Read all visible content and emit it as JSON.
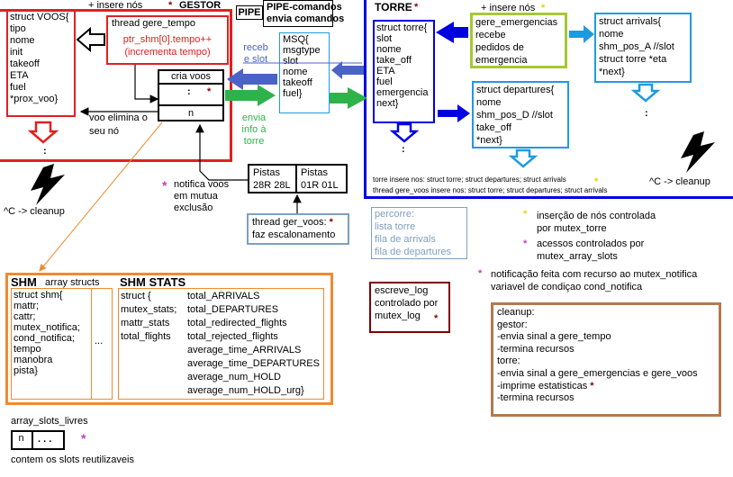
{
  "gestor": {
    "insere_nos": "+ insere nós",
    "gestor_label": "GESTOR",
    "star": "*",
    "voos_struct": [
      "struct VOOS{",
      "tipo",
      "nome",
      "init",
      "takeoff",
      "ETA",
      "fuel",
      "*prox_voo}"
    ],
    "thread_title": "thread gere_tempo",
    "thread_body": [
      "ptr_shm[0].tempo++",
      "(incrementa tempo)"
    ],
    "pipe_label": "PIPE",
    "pipe_desc": [
      "PIPE-comandos",
      "envia comandos"
    ],
    "cria_voos": "cria voos",
    "dots": ":",
    "n_label": "n",
    "voo_elimina": [
      "voo elimina o",
      "seu nó"
    ],
    "vdots": ":",
    "cleanup": "^C -> cleanup"
  },
  "msq": {
    "receb": [
      "receb",
      "e slot"
    ],
    "box": [
      "MSQ{",
      "msgtype",
      "slot",
      "nome",
      "takeoff",
      "fuel}"
    ],
    "envia": [
      "envia",
      "info à",
      "torre"
    ]
  },
  "pistas": {
    "notifica": [
      "notifica voos",
      "em mutua",
      "exclusão"
    ],
    "left_title": "Pistas",
    "left_values": "28R  28L",
    "right_title": "Pistas",
    "right_values": "01R  01L",
    "thread_voos": [
      "thread ger_voos:",
      "faz escalonamento"
    ],
    "percorre": [
      "percorre:",
      "lista torre",
      "fila de arrivals",
      "fila de departures"
    ]
  },
  "torre": {
    "title": "TORRE",
    "insere_nos": "+ insere nós",
    "struct_torre": [
      "struct torre{",
      "slot",
      "nome",
      "take_off",
      "ETA",
      "fuel",
      "emergencia",
      "next}"
    ],
    "emergencias": [
      "gere_emergencias",
      "recebe",
      "pedidos de",
      "emergencia"
    ],
    "arrivals": [
      "struct arrivals{",
      "nome",
      "shm_pos_A //slot",
      "struct torre *eta",
      "*next}"
    ],
    "departures": [
      "struct departures{",
      "nome",
      "shm_pos_D //slot",
      "take_off",
      "*next}"
    ],
    "note1": "torre insere nos: struct torre; struct departures; struct arrivals",
    "note2": "thread gere_voos insere nos: struct torre; struct departures; struct arrivals",
    "cleanup": "^C -> cleanup",
    "vdots": ":"
  },
  "legend": {
    "yellow": [
      "inserção de nós controlada",
      "por mutex_torre"
    ],
    "purple": [
      "acessos controlados por",
      "mutex_array_slots"
    ],
    "notif": [
      "notificação feita com recurso ao mutex_notifica",
      "variavel de condiçao cond_notifica"
    ]
  },
  "shm": {
    "title": "SHM",
    "subtitle": "array structs",
    "struct": [
      "struct shm{",
      "mattr;",
      "cattr;",
      "mutex_notifica;",
      "cond_notifica;",
      "tempo",
      "manobra",
      "pista}"
    ],
    "ellipsis": "...",
    "stats_title": "SHM STATS",
    "stats_left": [
      "struct {",
      "mutex_stats;",
      "mattr_stats",
      "total_flights"
    ],
    "stats_right": [
      "total_ARRIVALS",
      "total_DEPARTURES",
      "total_redirected_flights",
      "total_rejected_flights",
      "average_time_ARRIVALS",
      "average_time_DEPARTURES",
      "average_num_HOLD",
      "average_num_HOLD_urg}"
    ]
  },
  "slots": {
    "title": "array_slots_livres",
    "n": "n",
    "dots": ". . .",
    "caption": "contem os slots reutilizaveis"
  },
  "log": {
    "lines": [
      "escreve_log",
      "controlado por",
      "mutex_log"
    ]
  },
  "cleanup": {
    "lines": [
      "cleanup:",
      "gestor:",
      "-envia sinal a gere_tempo",
      "-termina recursos",
      "torre:",
      "-envia sinal a gere_emergencias e gere_voos",
      "-imprime estatisticas",
      "-termina recursos"
    ]
  },
  "colors": {
    "red": "#e02020",
    "blue": "#0000e0",
    "green": "#a6c832",
    "cyan": "#1e9be0",
    "orange": "#f08a30",
    "darkred": "#800000",
    "brown": "#b07a50",
    "slate": "#7f9fbf",
    "arrow_blue": "#4a63c8",
    "arrow_green": "#2eb24a"
  }
}
